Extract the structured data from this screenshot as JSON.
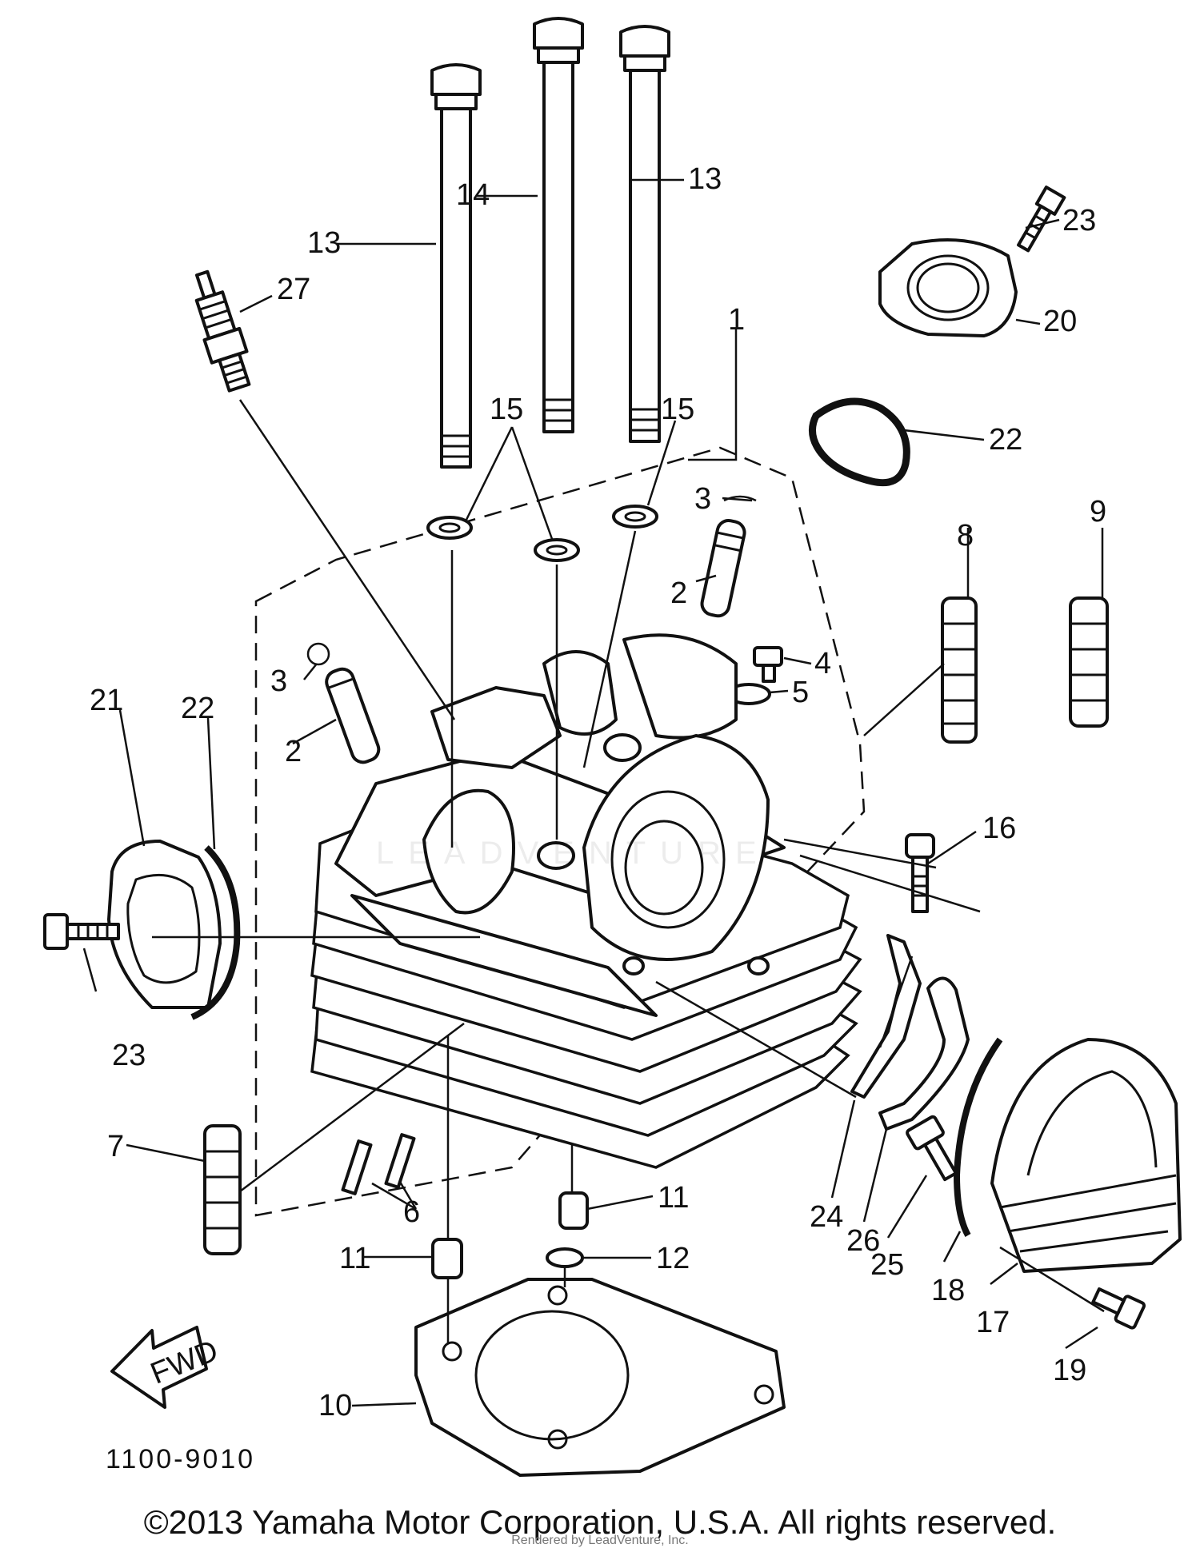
{
  "part_labels": [
    {
      "id": "p13a",
      "text": "13"
    },
    {
      "id": "p14",
      "text": "14"
    },
    {
      "id": "p13b",
      "text": "13"
    },
    {
      "id": "p23a",
      "text": "23"
    },
    {
      "id": "p27",
      "text": "27"
    },
    {
      "id": "p20",
      "text": "20"
    },
    {
      "id": "p1",
      "text": "1"
    },
    {
      "id": "p15a",
      "text": "15"
    },
    {
      "id": "p15b",
      "text": "15"
    },
    {
      "id": "p22a",
      "text": "22"
    },
    {
      "id": "p3a",
      "text": "3"
    },
    {
      "id": "p9",
      "text": "9"
    },
    {
      "id": "p8",
      "text": "8"
    },
    {
      "id": "p2a",
      "text": "2"
    },
    {
      "id": "p4",
      "text": "4"
    },
    {
      "id": "p5",
      "text": "5"
    },
    {
      "id": "p21",
      "text": "21"
    },
    {
      "id": "p22b",
      "text": "22"
    },
    {
      "id": "p3b",
      "text": "3"
    },
    {
      "id": "p2b",
      "text": "2"
    },
    {
      "id": "p16",
      "text": "16"
    },
    {
      "id": "p23b",
      "text": "23"
    },
    {
      "id": "p7",
      "text": "7"
    },
    {
      "id": "p6",
      "text": "6"
    },
    {
      "id": "p11a",
      "text": "11"
    },
    {
      "id": "p11b",
      "text": "11"
    },
    {
      "id": "p12",
      "text": "12"
    },
    {
      "id": "p24",
      "text": "24"
    },
    {
      "id": "p26",
      "text": "26"
    },
    {
      "id": "p25",
      "text": "25"
    },
    {
      "id": "p18",
      "text": "18"
    },
    {
      "id": "p17",
      "text": "17"
    },
    {
      "id": "p19",
      "text": "19"
    },
    {
      "id": "p10",
      "text": "10"
    }
  ],
  "fwd_label": "FWD",
  "diagram_code": "1100-9010",
  "copyright": "©2013 Yamaha Motor Corporation, U.S.A. All rights reserved.",
  "credit": "Rendered by LeadVenture, Inc.",
  "watermark": "LEADVENTURE"
}
